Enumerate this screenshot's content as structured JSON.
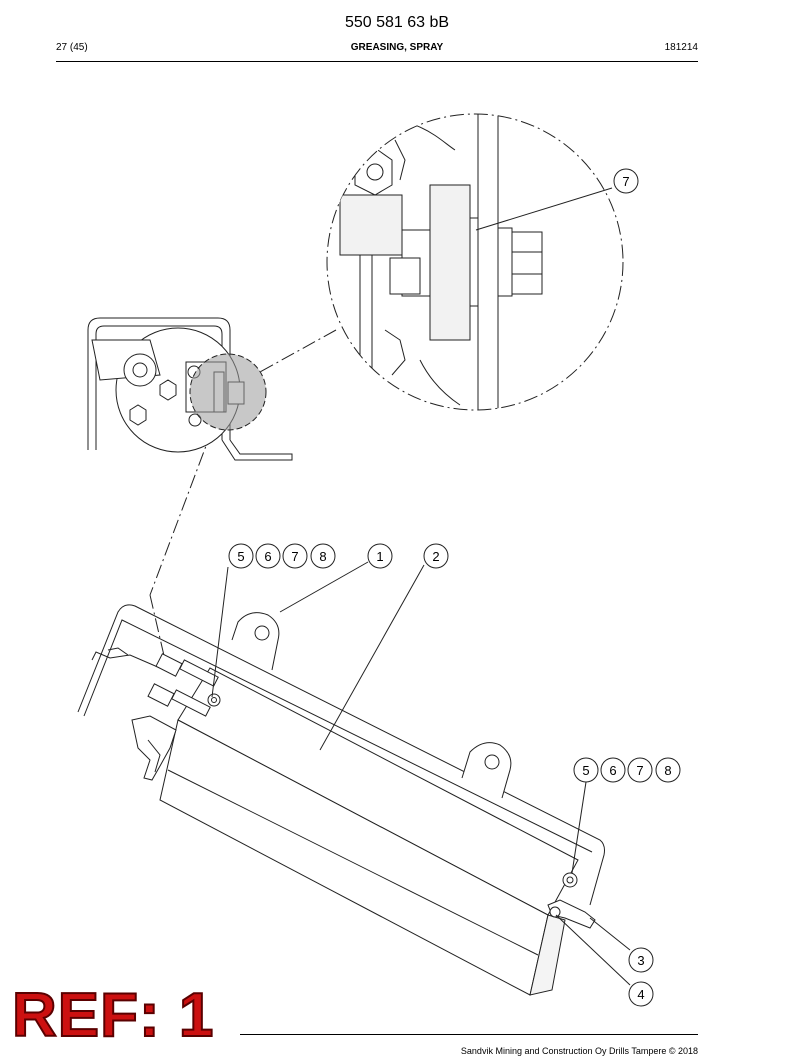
{
  "header": {
    "doc_number": "550 581 63 bB",
    "page_index": "27 (45)",
    "section_title": "GREASING, SPRAY",
    "date": "181214"
  },
  "callouts": {
    "detail_7": "7",
    "top_row": [
      "5",
      "6",
      "7",
      "8",
      "1",
      "2"
    ],
    "right_row": [
      "5",
      "6",
      "7",
      "8"
    ],
    "item_3": "3",
    "item_4": "4"
  },
  "footer": {
    "copyright": "Sandvik Mining and Construction Oy Drills Tampere © 2018"
  },
  "stamp": {
    "label": "REF: 1"
  }
}
